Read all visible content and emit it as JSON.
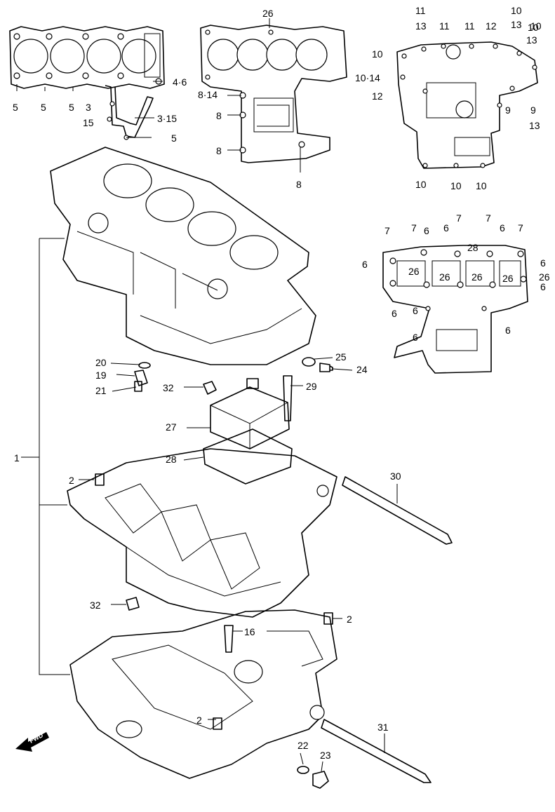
{
  "callouts": {
    "head_gasket": [
      "5",
      "5",
      "5",
      "3",
      "15",
      "4·6",
      "3·15",
      "5"
    ],
    "upper_small": [
      "26",
      "8·14",
      "8",
      "8",
      "8"
    ],
    "right_top": [
      "11",
      "13",
      "11",
      "11",
      "12",
      "10",
      "13",
      "10",
      "10",
      "13",
      "10",
      "10·14",
      "12",
      "9",
      "9",
      "13",
      "10",
      "10",
      "10"
    ],
    "right_mid": [
      "7",
      "6",
      "7",
      "7",
      "7",
      "6",
      "7",
      "6",
      "28",
      "6",
      "6",
      "26",
      "26",
      "26",
      "26",
      "26",
      "6",
      "6",
      "6",
      "6",
      "6"
    ],
    "main": [
      "1",
      "2",
      "2",
      "2",
      "16",
      "19",
      "20",
      "21",
      "22",
      "23",
      "24",
      "25",
      "27",
      "28",
      "29",
      "30",
      "31",
      "32",
      "32"
    ]
  },
  "fwd_label": "FWD"
}
